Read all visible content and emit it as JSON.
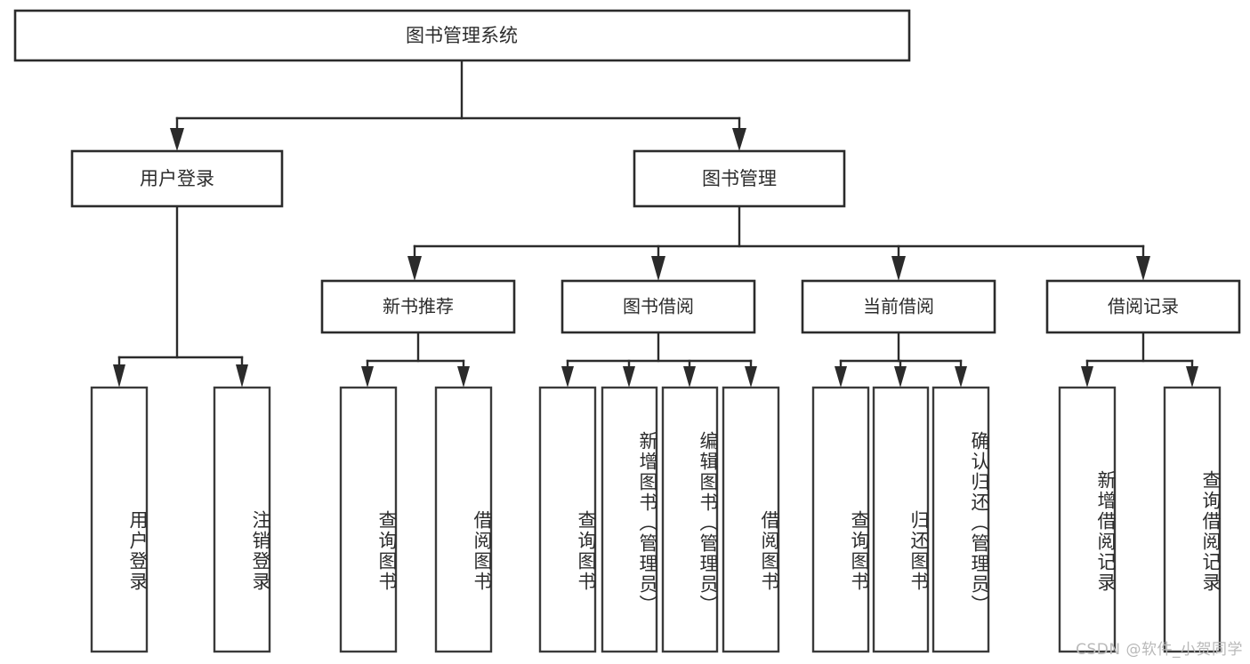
{
  "diagram": {
    "title": "图书管理系统",
    "type": "tree",
    "watermark": "CSDN @软件_小贺同学",
    "colors": {
      "box_stroke": "#2b2b2b",
      "box_fill": "#ffffff",
      "connector": "#2b2b2b",
      "text": "#2c2c2c",
      "watermark": "#b9b9b9",
      "background": "#ffffff"
    },
    "root": {
      "label": "图书管理系统"
    },
    "level2": [
      {
        "label": "用户登录"
      },
      {
        "label": "图书管理"
      }
    ],
    "level3": [
      {
        "label": "新书推荐"
      },
      {
        "label": "图书借阅"
      },
      {
        "label": "当前借阅"
      },
      {
        "label": "借阅记录"
      }
    ],
    "leaves": {
      "user_login": [
        {
          "label": "用户登录"
        },
        {
          "label": "注销登录"
        }
      ],
      "new_book_recommend": [
        {
          "label": "查询图书"
        },
        {
          "label": "借阅图书"
        }
      ],
      "book_borrow": [
        {
          "label": "查询图书"
        },
        {
          "label": "新增图书（管理员）"
        },
        {
          "label": "编辑图书（管理员）"
        },
        {
          "label": "借阅图书"
        }
      ],
      "current_borrow": [
        {
          "label": "查询图书"
        },
        {
          "label": "归还图书"
        },
        {
          "label": "确认归还（管理员）"
        }
      ],
      "borrow_record": [
        {
          "label": "新增借阅记录"
        },
        {
          "label": "查询借阅记录"
        }
      ]
    }
  }
}
